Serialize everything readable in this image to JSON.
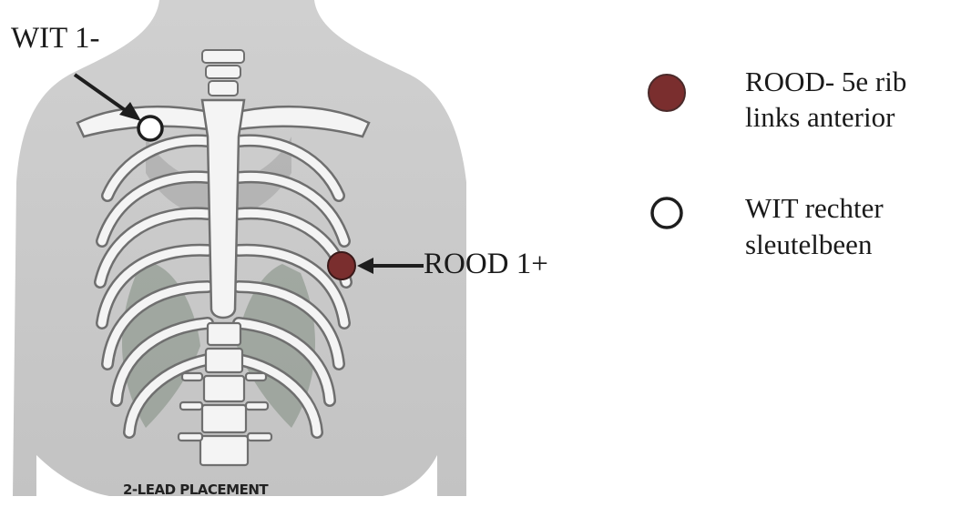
{
  "labels": {
    "white_electrode": "WIT 1-",
    "red_electrode": "ROOD 1+",
    "caption": "2-LEAD PLACEMENT"
  },
  "legend": [
    {
      "marker": "filled-circle",
      "color": "#7a2e2e",
      "line1": "ROOD- 5e rib",
      "line2": "links anterior"
    },
    {
      "marker": "open-circle",
      "color": "#ffffff",
      "line1": "WIT rechter",
      "line2": "sleutelbeen"
    }
  ],
  "colors": {
    "torso": "#c9c9c9",
    "bone": "#f4f4f4",
    "bone_outline": "#6f6f6f",
    "lung_shadow": "#7f8c7f",
    "red_electrode": "#7a2e2e",
    "white_electrode": "#ffffff"
  }
}
